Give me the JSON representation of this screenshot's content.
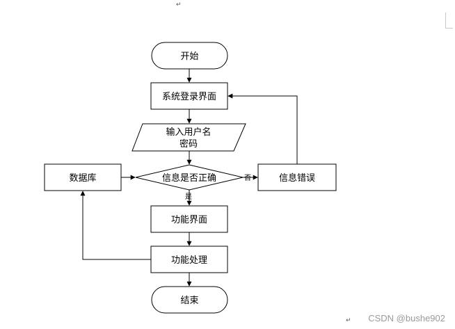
{
  "nodes": {
    "start": "开始",
    "login": "系统登录界面",
    "input_line1": "输入用户名",
    "input_line2": "密码",
    "decision": "信息是否正确",
    "database": "数据库",
    "error": "信息错误",
    "function_ui": "功能界面",
    "function_proc": "功能处理",
    "end": "结束"
  },
  "edge_labels": {
    "no": "否",
    "yes": "是"
  },
  "paragraph_mark": "↵",
  "watermark": "CSDN @bushe902"
}
